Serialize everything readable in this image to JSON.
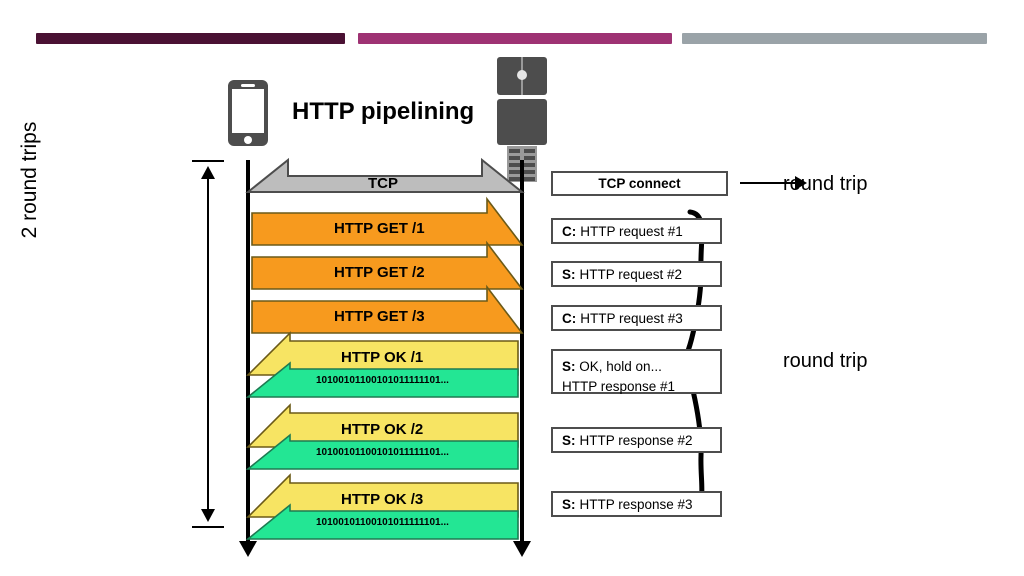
{
  "page": {
    "title": "HTTP pipelining",
    "background": "#ffffff"
  },
  "topbars": [
    {
      "name": "bar-dark-maroon",
      "color": "#4a1133"
    },
    {
      "name": "bar-magenta",
      "color": "#9e3273"
    },
    {
      "name": "bar-gray",
      "color": "#9aa3a8"
    }
  ],
  "icons": {
    "client": "smartphone-icon",
    "server": "server-rack-icon"
  },
  "measure": {
    "label": "2 round trips"
  },
  "timelines": {
    "client_name": "client-timeline",
    "server_name": "server-timeline"
  },
  "messages": [
    {
      "id": "tcp",
      "label": "TCP",
      "direction": "both",
      "color": "#bdbdbd",
      "text_color": "#000000"
    },
    {
      "id": "get1",
      "label": "HTTP GET /1",
      "direction": "right",
      "color": "#f79a1e",
      "text_color": "#000000"
    },
    {
      "id": "get2",
      "label": "HTTP GET /2",
      "direction": "right",
      "color": "#f79a1e",
      "text_color": "#000000"
    },
    {
      "id": "get3",
      "label": "HTTP GET /3",
      "direction": "right",
      "color": "#f79a1e",
      "text_color": "#000000"
    },
    {
      "id": "ok1",
      "label": "HTTP OK /1",
      "direction": "left",
      "color": "#f7e463",
      "text_color": "#000000"
    },
    {
      "id": "data1",
      "label": "10100101100101011111101...",
      "direction": "left",
      "color": "#23e694",
      "text_color": "#000000"
    },
    {
      "id": "ok2",
      "label": "HTTP OK /2",
      "direction": "left",
      "color": "#f7e463",
      "text_color": "#000000"
    },
    {
      "id": "data2",
      "label": "10100101100101011111101...",
      "direction": "left",
      "color": "#23e694",
      "text_color": "#000000"
    },
    {
      "id": "ok3",
      "label": "HTTP OK /3",
      "direction": "left",
      "color": "#f7e463",
      "text_color": "#000000"
    },
    {
      "id": "data3",
      "label": "10100101100101011111101...",
      "direction": "left",
      "color": "#23e694",
      "text_color": "#000000"
    }
  ],
  "legend": {
    "boxes": [
      {
        "id": "tcp-connect",
        "role": "",
        "text": "TCP connect",
        "style": "center"
      },
      {
        "id": "request-1",
        "role": "C:",
        "text": "HTTP request #1",
        "style": "normal"
      },
      {
        "id": "request-2",
        "role": "S:",
        "text": "HTTP request #2",
        "style": "normal"
      },
      {
        "id": "request-3",
        "role": "C:",
        "text": "HTTP request #3",
        "style": "normal"
      },
      {
        "id": "response-1",
        "role": "S:",
        "text": "OK, hold on...",
        "text2": "HTTP response #1",
        "style": "multiline"
      },
      {
        "id": "response-2",
        "role": "S:",
        "text": "HTTP response #2",
        "style": "normal"
      },
      {
        "id": "response-3",
        "role": "S:",
        "text": "HTTP response #3",
        "style": "normal"
      }
    ],
    "round_trip_top": "round trip",
    "round_trip_bottom": "round trip"
  }
}
